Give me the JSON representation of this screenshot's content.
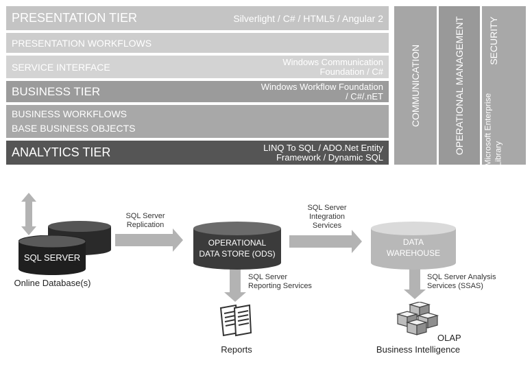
{
  "tiers": {
    "presentation": {
      "label": "PRESENTATION TIER",
      "tech": "Silverlight / C# / HTML5 / Angular 2"
    },
    "presentation_workflows": {
      "label": "PRESENTATION WORKFLOWS"
    },
    "service_interface": {
      "label": "SERVICE INTERFACE",
      "tech_line1": "Windows Communication",
      "tech_line2": "Foundation / C#"
    },
    "business": {
      "label": "BUSINESS TIER",
      "tech_line1": "Windows Workflow Foundation",
      "tech_line2": "/ C#/.nET"
    },
    "business_workflows": {
      "line1": "BUSINESS WORKFLOWS",
      "line2": "BASE BUSINESS OBJECTS"
    },
    "analytics": {
      "label": "ANALYTICS TIER",
      "tech_line1": "LINQ To SQL / ADO.Net Entity",
      "tech_line2": "Framework / Dynamic SQL"
    }
  },
  "columns": {
    "communication": "COMMUNICATION",
    "operational_management": "OPERATIONAL MANAGEMENT",
    "security": {
      "title": "SECURITY",
      "line1": "Microsoft Enterprise",
      "line2": "Library"
    }
  },
  "flow": {
    "sql_server": {
      "label": "SQL SERVER",
      "caption": "Online Database(s)"
    },
    "replication": {
      "line1": "SQL Server",
      "line2": "Replication"
    },
    "ods": {
      "line1": "OPERATIONAL",
      "line2": "DATA STORE (ODS)"
    },
    "integration": {
      "line1": "SQL Server",
      "line2": "Integration",
      "line3": "Services"
    },
    "warehouse": {
      "line1": "DATA",
      "line2": "WAREHOUSE"
    },
    "reporting": {
      "line1": "SQL Server",
      "line2": "Reporting Services"
    },
    "analysis": {
      "line1": "SQL Server Analysis",
      "line2": "Services (SSAS)"
    },
    "reports": "Reports",
    "olap": "OLAP",
    "bi": "Business Intelligence"
  },
  "colors": {
    "dark": "#3b3b3b",
    "mid": "#9a9a9a",
    "light": "#c8c8c8",
    "arrow": "#b3b3b3"
  }
}
